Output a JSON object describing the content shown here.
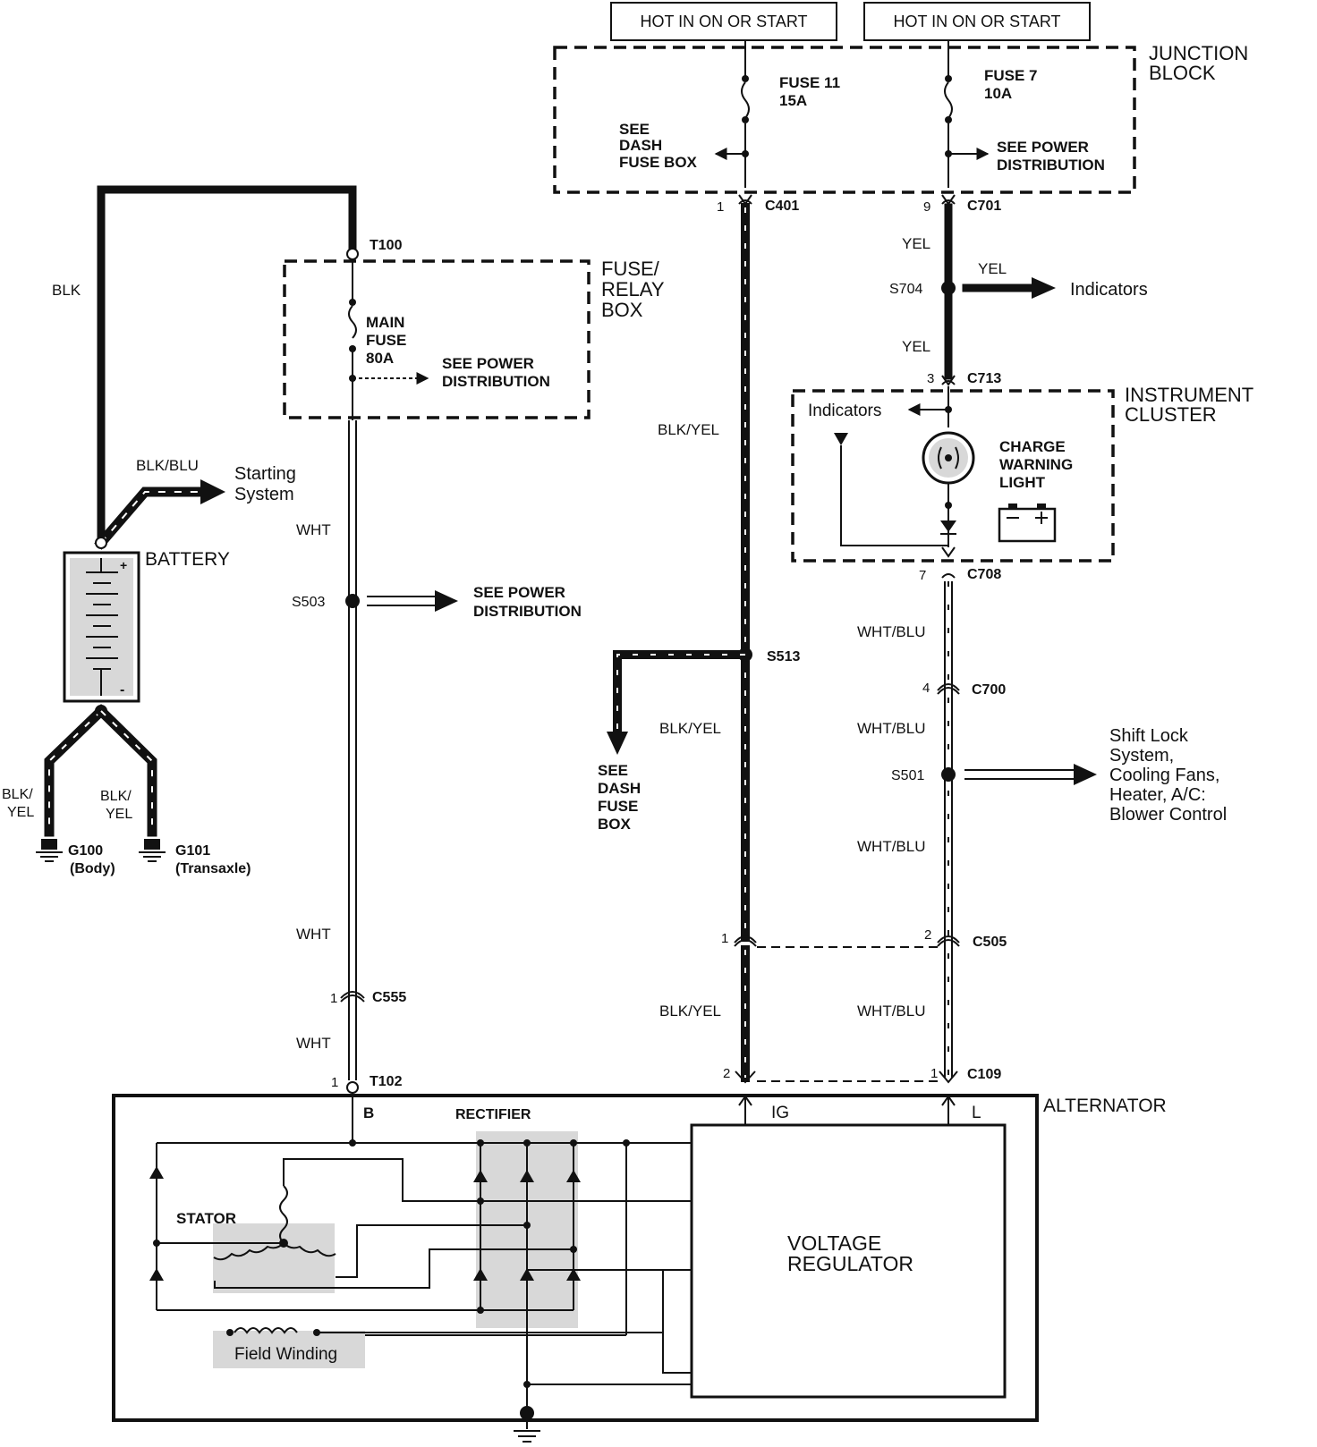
{
  "top_labels": {
    "hot_left": "HOT IN ON OR START",
    "hot_right": "HOT IN ON OR START"
  },
  "junction_block": {
    "title_line1": "JUNCTION",
    "title_line2": "BLOCK",
    "fuse11_name": "FUSE 11",
    "fuse11_rating": "15A",
    "fuse7_name": "FUSE 7",
    "fuse7_rating": "10A",
    "see_dash_line1": "SEE",
    "see_dash_line2": "DASH",
    "see_dash_line3": "FUSE BOX",
    "see_power_line1": "SEE POWER",
    "see_power_line2": "DISTRIBUTION"
  },
  "fuse_relay_box": {
    "title_line1": "FUSE/",
    "title_line2": "RELAY",
    "title_line3": "BOX",
    "fuse_line1": "MAIN",
    "fuse_line2": "FUSE",
    "fuse_line3": "80A",
    "see_line1": "SEE POWER",
    "see_line2": "DISTRIBUTION"
  },
  "battery": {
    "label": "BATTERY",
    "wire_top": "BLK",
    "starter_wire": "BLK/BLU",
    "starter_line1": "Starting",
    "starter_line2": "System",
    "ground_wire_left_line1": "BLK/",
    "ground_wire_left_line2": "YEL",
    "ground_wire_right_line1": "BLK/",
    "ground_wire_right_line2": "YEL",
    "g100": "G100",
    "g100_desc": "(Body)",
    "g101": "G101",
    "g101_desc": "(Transaxle)",
    "plus": "+",
    "minus": "-"
  },
  "terminals": {
    "t100": "T100",
    "t102": "T102",
    "t102_pin": "1"
  },
  "wire_wht": {
    "label1": "WHT",
    "label2": "WHT",
    "label3": "WHT",
    "splice": "S503",
    "see_line1": "SEE POWER",
    "see_line2": "DISTRIBUTION",
    "c555": "C555",
    "c555_pin": "1"
  },
  "wire_blk_yel": {
    "c401": "C401",
    "c401_pin": "1",
    "label1": "BLK/YEL",
    "label2": "BLK/YEL",
    "label3": "BLK/YEL",
    "splice": "S513",
    "see_line1": "SEE",
    "see_line2": "DASH",
    "see_line3": "FUSE",
    "see_line4": "BOX",
    "c505_pin": "1",
    "c109_pin": "2"
  },
  "wire_yel": {
    "c701": "C701",
    "c701_pin": "9",
    "label1": "YEL",
    "label2": "YEL",
    "label_branch": "YEL",
    "splice": "S704",
    "indicators": "Indicators",
    "c713": "C713",
    "c713_pin": "3"
  },
  "instrument_cluster": {
    "title_line1": "INSTRUMENT",
    "title_line2": "CLUSTER",
    "indicators": "Indicators",
    "light_line1": "CHARGE",
    "light_line2": "WARNING",
    "light_line3": "LIGHT"
  },
  "wire_wht_blu": {
    "c708": "C708",
    "c708_pin": "7",
    "label1": "WHT/BLU",
    "c700": "C700",
    "c700_pin": "4",
    "label2": "WHT/BLU",
    "splice": "S501",
    "dest_line1": "Shift Lock",
    "dest_line2": "System,",
    "dest_line3": "Cooling Fans,",
    "dest_line4": "Heater, A/C:",
    "dest_line5": "Blower Control",
    "label3": "WHT/BLU",
    "c505": "C505",
    "c505_pin": "2",
    "label4": "WHT/BLU",
    "c109": "C109",
    "c109_pin": "1"
  },
  "alternator": {
    "title": "ALTERNATOR",
    "term_b": "B",
    "term_ig": "IG",
    "term_l": "L",
    "rectifier": "RECTIFIER",
    "stator": "STATOR",
    "regulator_line1": "VOLTAGE",
    "regulator_line2": "REGULATOR",
    "field": "Field Winding"
  }
}
